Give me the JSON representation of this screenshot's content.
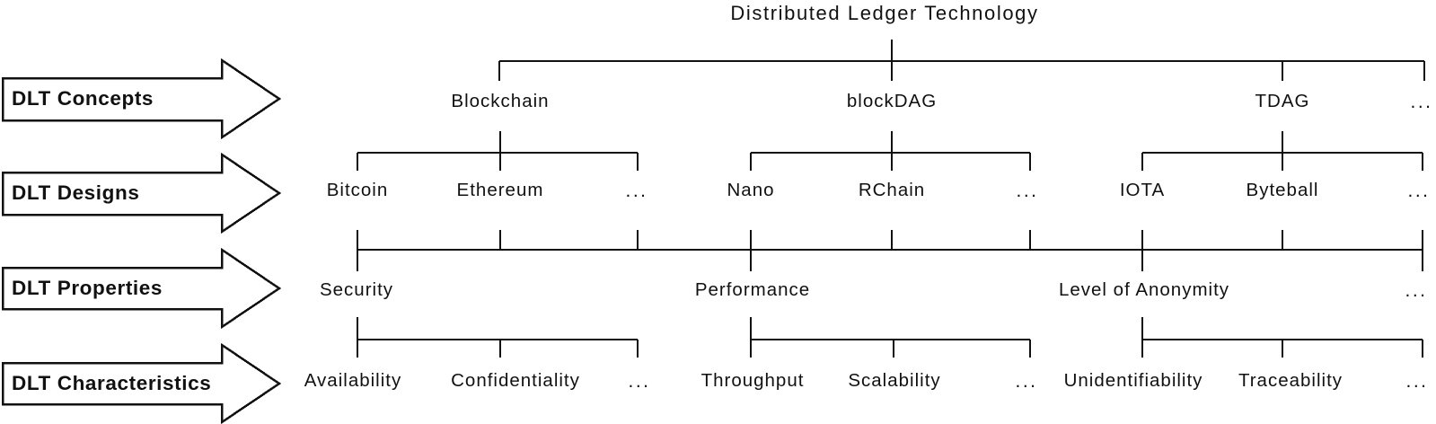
{
  "diagram": {
    "title": "Distributed Ledger Technology",
    "row_arrows": [
      {
        "label": "DLT Concepts"
      },
      {
        "label": "DLT Designs"
      },
      {
        "label": "DLT Properties"
      },
      {
        "label": "DLT Characteristics"
      }
    ],
    "concepts": [
      {
        "name": "Blockchain",
        "designs": [
          "Bitcoin",
          "Ethereum",
          "..."
        ]
      },
      {
        "name": "blockDAG",
        "designs": [
          "Nano",
          "RChain",
          "..."
        ]
      },
      {
        "name": "TDAG",
        "designs": [
          "IOTA",
          "Byteball",
          "..."
        ]
      },
      {
        "name": "..."
      }
    ],
    "properties": [
      {
        "name": "Security",
        "characteristics": [
          "Availability",
          "Confidentiality",
          "..."
        ]
      },
      {
        "name": "Performance",
        "characteristics": [
          "Throughput",
          "Scalability",
          "..."
        ]
      },
      {
        "name": "Level of Anonymity",
        "characteristics": [
          "Unidentifiability",
          "Traceability",
          "..."
        ]
      },
      {
        "name": "..."
      }
    ],
    "line_color": "#111111",
    "background_color": "#ffffff"
  }
}
